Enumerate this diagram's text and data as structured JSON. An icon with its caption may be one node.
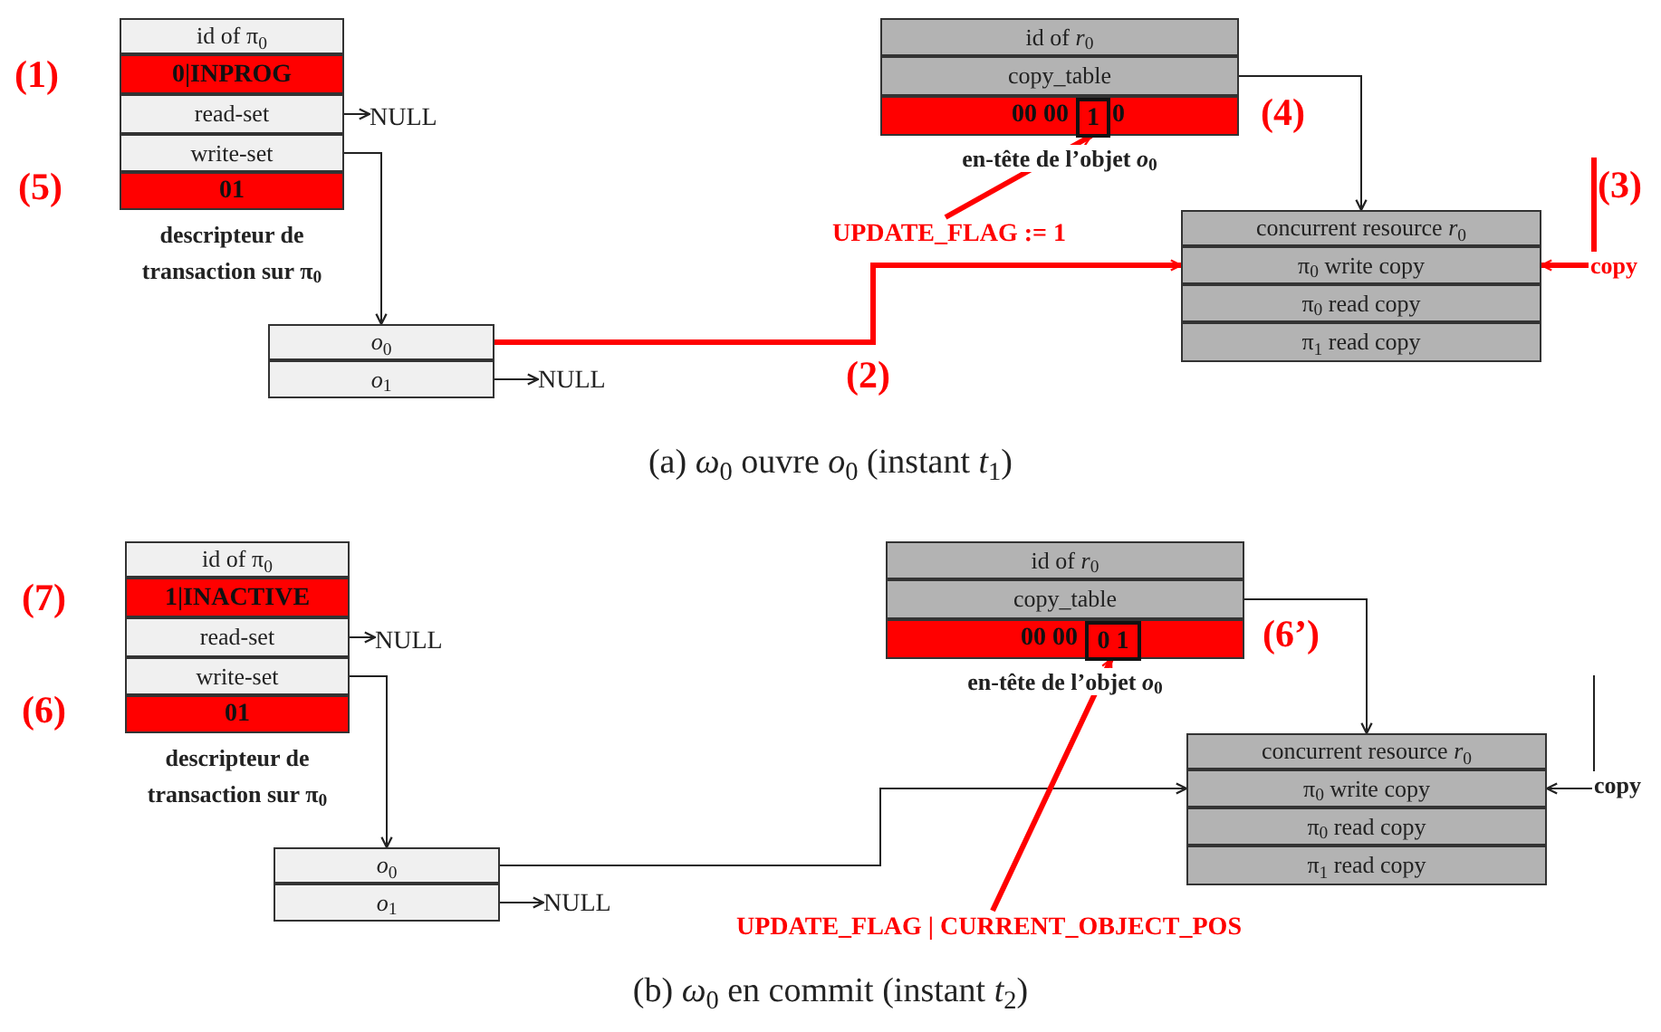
{
  "diagram": {
    "nodes": [
      {
        "text": [
          "id of π$_{0}$"
        ]
      },
      {
        "text": [
          "0|INPROG"
        ]
      },
      {
        "text": [
          "read-set"
        ]
      },
      {
        "text": [
          "write-set"
        ]
      },
      {
        "text": [
          "01"
        ],
        "beside": [
          "descripteur de transaction sur π$_{0}$"
        ]
      },
      {
        "text": [
          "NULL"
        ]
      },
      {
        "text": [
          "*o*$_{0}$"
        ]
      },
      {
        "text": [
          "*o*$_{1}$"
        ]
      },
      {
        "text": [
          "NULL"
        ]
      },
      {
        "text": [
          "id of *r*$_{0}$"
        ]
      },
      {
        "text": [
          "copy_table"
        ]
      },
      {
        "text": [
          "00 00",
          "0"
        ],
        "beside": [
          "en-tête de l’objet *o*$_{0}$"
        ]
      },
      {
        "text": [
          "1"
        ],
        "in": 11
      },
      {
        "text": [
          "UPDATE_FLAG := 1"
        ]
      },
      {
        "text": [
          "concurrent resource *r*$_{0}$"
        ]
      },
      {
        "text": [
          "π$_{0}$ write copy"
        ]
      },
      {
        "text": [
          "π$_{0}$ read copy"
        ]
      },
      {
        "text": [
          "π$_{1}$ read copy"
        ]
      },
      {
        "text": [
          "id of π$_{0}$"
        ]
      },
      {
        "text": [
          "1|INACTIVE"
        ]
      },
      {
        "text": [
          "read-set"
        ]
      },
      {
        "text": [
          "write-set"
        ]
      },
      {
        "text": [
          "01"
        ],
        "beside": [
          "descripteur de transaction sur π$_{0}$"
        ]
      },
      {
        "text": [
          "NULL"
        ]
      },
      {
        "text": [
          "*o*$_{0}$"
        ]
      },
      {
        "text": [
          "*o*$_{1}$"
        ]
      },
      {
        "text": [
          "NULL"
        ]
      },
      {
        "text": [
          "id of *r*$_{0}$"
        ]
      },
      {
        "text": [
          "copy_table"
        ]
      },
      {
        "text": [
          "00 00"
        ],
        "beside": [
          "en-tête de l’objet *o*$_{0}$"
        ]
      },
      {
        "text": [
          "0 1"
        ],
        "in": 29
      },
      {
        "text": [
          "UPDATE_FLAG | CURRENT_OBJECT_POS"
        ]
      },
      {
        "text": [
          "concurrent resource *r*$_{0}$"
        ]
      },
      {
        "text": [
          "π$_{0}$ write copy"
        ]
      },
      {
        "text": [
          "π$_{0}$ read copy"
        ]
      },
      {
        "text": [
          "π$_{1}$ read copy"
        ]
      }
    ],
    "edges": [
      {
        "from": 2,
        "to": 5,
        "arrow": "to"
      },
      {
        "from": 3,
        "to": 6,
        "arrow": "to"
      },
      {
        "from": 7,
        "to": 8,
        "arrow": "to"
      },
      {
        "from": 6,
        "to": 15,
        "arrow": "to",
        "style": "thick",
        "color": "#ff0000"
      },
      {
        "from": 10,
        "to": 14,
        "arrow": "to"
      },
      {
        "from": 13,
        "to": 12,
        "arrow": "to",
        "style": "thick",
        "color": "#ff0000"
      },
      {
        "from": null,
        "to": 15,
        "arrow": "to",
        "label": "copy",
        "style": "thick",
        "color": "#ff0000"
      },
      {
        "from": 20,
        "to": 23,
        "arrow": "to"
      },
      {
        "from": 21,
        "to": 24,
        "arrow": "to"
      },
      {
        "from": 25,
        "to": 26,
        "arrow": "to"
      },
      {
        "from": 24,
        "to": 33,
        "arrow": "to"
      },
      {
        "from": 28,
        "to": 32,
        "arrow": "to"
      },
      {
        "from": 31,
        "to": 30,
        "arrow": "to",
        "style": "thick",
        "color": "#ff0000"
      },
      {
        "from": null,
        "to": 33,
        "arrow": "to",
        "label": "copy"
      }
    ],
    "labels": [
      "(1)",
      "(5)",
      "(4)",
      "(2)",
      "(3)",
      "(a) *ω*$_{0}$ ouvre *o*$_{0}$ (instant *t*$_{1}$)",
      "(7)",
      "(6)",
      "(6’)",
      "(b) *ω*$_{0}$ en commit (instant *t*$_{2}$)"
    ]
  }
}
